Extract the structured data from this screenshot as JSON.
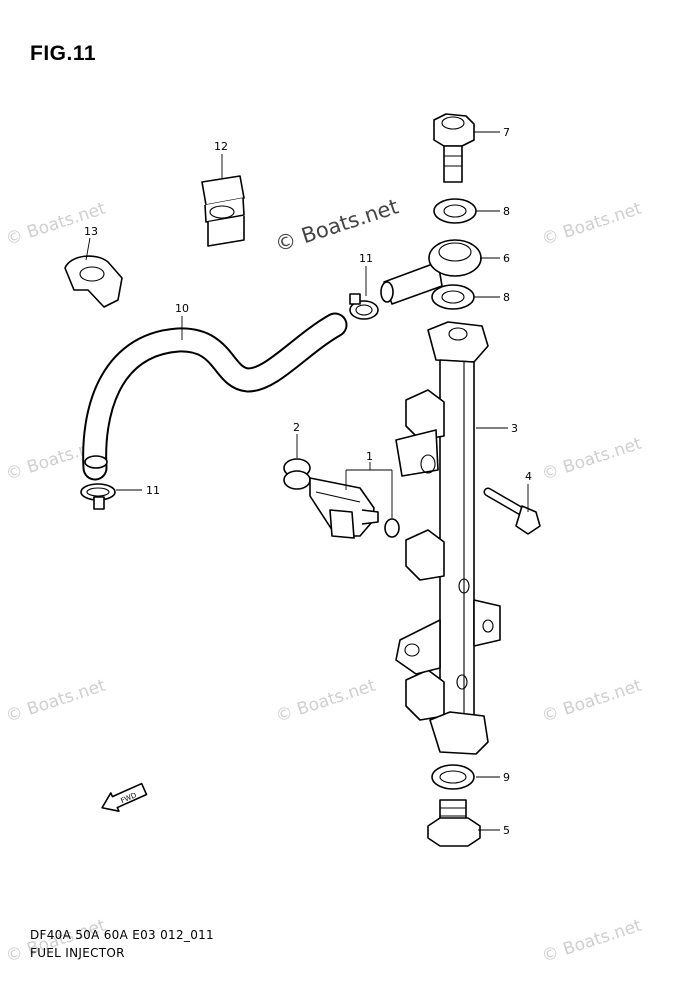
{
  "header": {
    "title": "FIG.11"
  },
  "footer": {
    "model_code": "DF40A 50A 60A E03 012_011",
    "section_name": "FUEL INJECTOR"
  },
  "watermark": {
    "text": "© Boats.net"
  },
  "fwd_arrow": {
    "label": "FWD"
  },
  "callouts": {
    "c1": "1",
    "c2": "2",
    "c3": "3",
    "c4": "4",
    "c5": "5",
    "c6": "6",
    "c7": "7",
    "c8a": "8",
    "c8b": "8",
    "c9": "9",
    "c10": "10",
    "c11a": "11",
    "c11b": "11",
    "c12": "12",
    "c13": "13"
  },
  "colors": {
    "line": "#000000",
    "watermark": "#cfcfcf",
    "background": "#ffffff"
  }
}
